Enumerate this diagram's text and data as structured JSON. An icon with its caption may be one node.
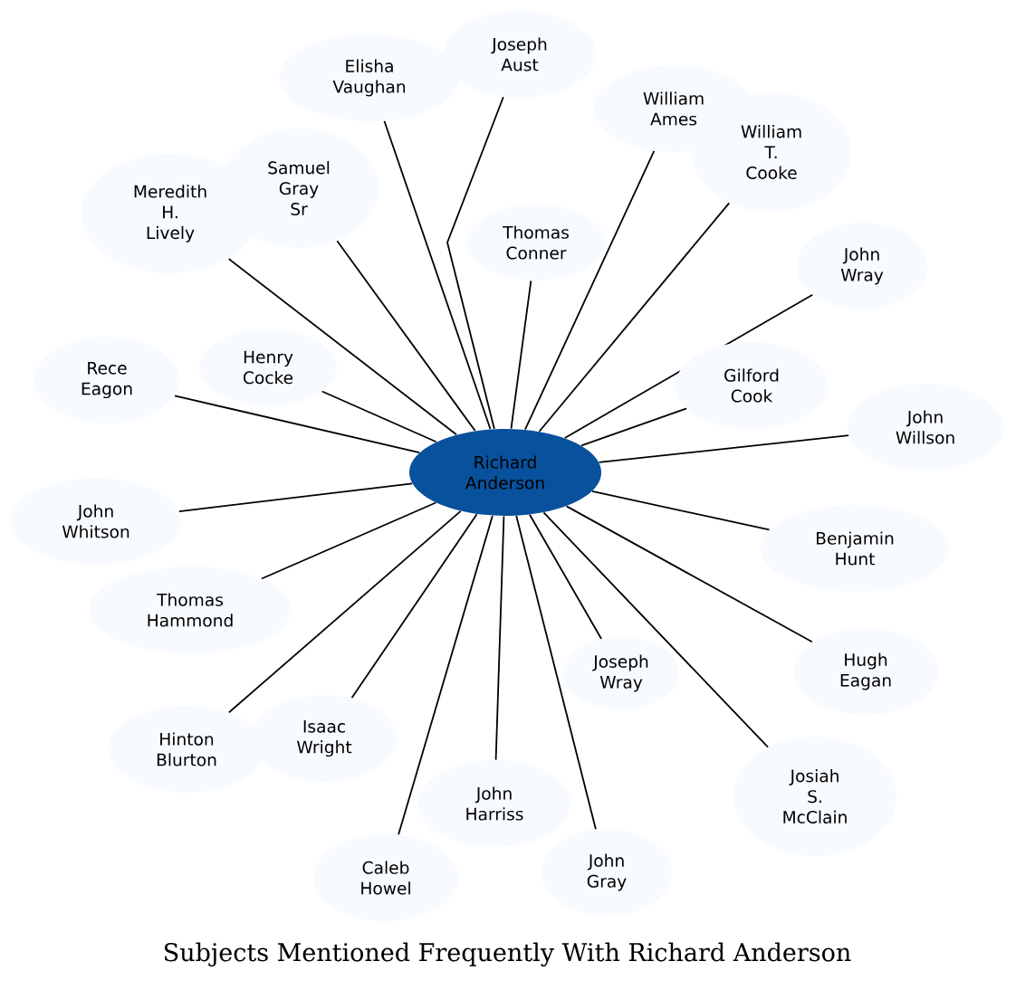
{
  "diagram": {
    "title": "Subjects Mentioned Frequently With Richard Anderson",
    "nodes": [
      {
        "text": [
          "Richard Anderson"
        ]
      },
      {
        "text": [
          "Elisha Vaughan"
        ]
      },
      {
        "text": [
          "Joseph Aust"
        ]
      },
      {
        "text": [
          "William Ames"
        ]
      },
      {
        "text": [
          "William T. Cooke"
        ]
      },
      {
        "text": [
          "Meredith H. Lively"
        ]
      },
      {
        "text": [
          "Samuel Gray Sr"
        ]
      },
      {
        "text": [
          "Thomas Conner"
        ]
      },
      {
        "text": [
          "John Wray"
        ]
      },
      {
        "text": [
          "Rece Eagon"
        ]
      },
      {
        "text": [
          "Henry Cocke"
        ]
      },
      {
        "text": [
          "Gilford Cook"
        ]
      },
      {
        "text": [
          "John Willson"
        ]
      },
      {
        "text": [
          "John Whitson"
        ]
      },
      {
        "text": [
          "Thomas Hammond"
        ]
      },
      {
        "text": [
          "Benjamin Hunt"
        ]
      },
      {
        "text": [
          "Hugh Eagan"
        ]
      },
      {
        "text": [
          "Joseph Wray"
        ]
      },
      {
        "text": [
          "Hinton Blurton"
        ]
      },
      {
        "text": [
          "Isaac Wright"
        ]
      },
      {
        "text": [
          "Josiah S. McClain"
        ]
      },
      {
        "text": [
          "John Harriss"
        ]
      },
      {
        "text": [
          "Caleb Howel"
        ]
      },
      {
        "text": [
          "John Gray"
        ]
      }
    ],
    "edges": [
      {
        "from": 0,
        "to": 1,
        "arrow": "none"
      },
      {
        "from": 0,
        "to": 2,
        "arrow": "none"
      },
      {
        "from": 0,
        "to": 3,
        "arrow": "none"
      },
      {
        "from": 0,
        "to": 4,
        "arrow": "none"
      },
      {
        "from": 0,
        "to": 5,
        "arrow": "none"
      },
      {
        "from": 0,
        "to": 6,
        "arrow": "none"
      },
      {
        "from": 0,
        "to": 7,
        "arrow": "none"
      },
      {
        "from": 0,
        "to": 8,
        "arrow": "none"
      },
      {
        "from": 0,
        "to": 9,
        "arrow": "none"
      },
      {
        "from": 0,
        "to": 10,
        "arrow": "none"
      },
      {
        "from": 0,
        "to": 11,
        "arrow": "none"
      },
      {
        "from": 0,
        "to": 12,
        "arrow": "none"
      },
      {
        "from": 0,
        "to": 13,
        "arrow": "none"
      },
      {
        "from": 0,
        "to": 14,
        "arrow": "none"
      },
      {
        "from": 0,
        "to": 15,
        "arrow": "none"
      },
      {
        "from": 0,
        "to": 16,
        "arrow": "none"
      },
      {
        "from": 0,
        "to": 17,
        "arrow": "none"
      },
      {
        "from": 0,
        "to": 18,
        "arrow": "none"
      },
      {
        "from": 0,
        "to": 19,
        "arrow": "none"
      },
      {
        "from": 0,
        "to": 20,
        "arrow": "none"
      },
      {
        "from": 0,
        "to": 21,
        "arrow": "none"
      },
      {
        "from": 0,
        "to": 22,
        "arrow": "none"
      },
      {
        "from": 0,
        "to": 23,
        "arrow": "none"
      }
    ]
  }
}
